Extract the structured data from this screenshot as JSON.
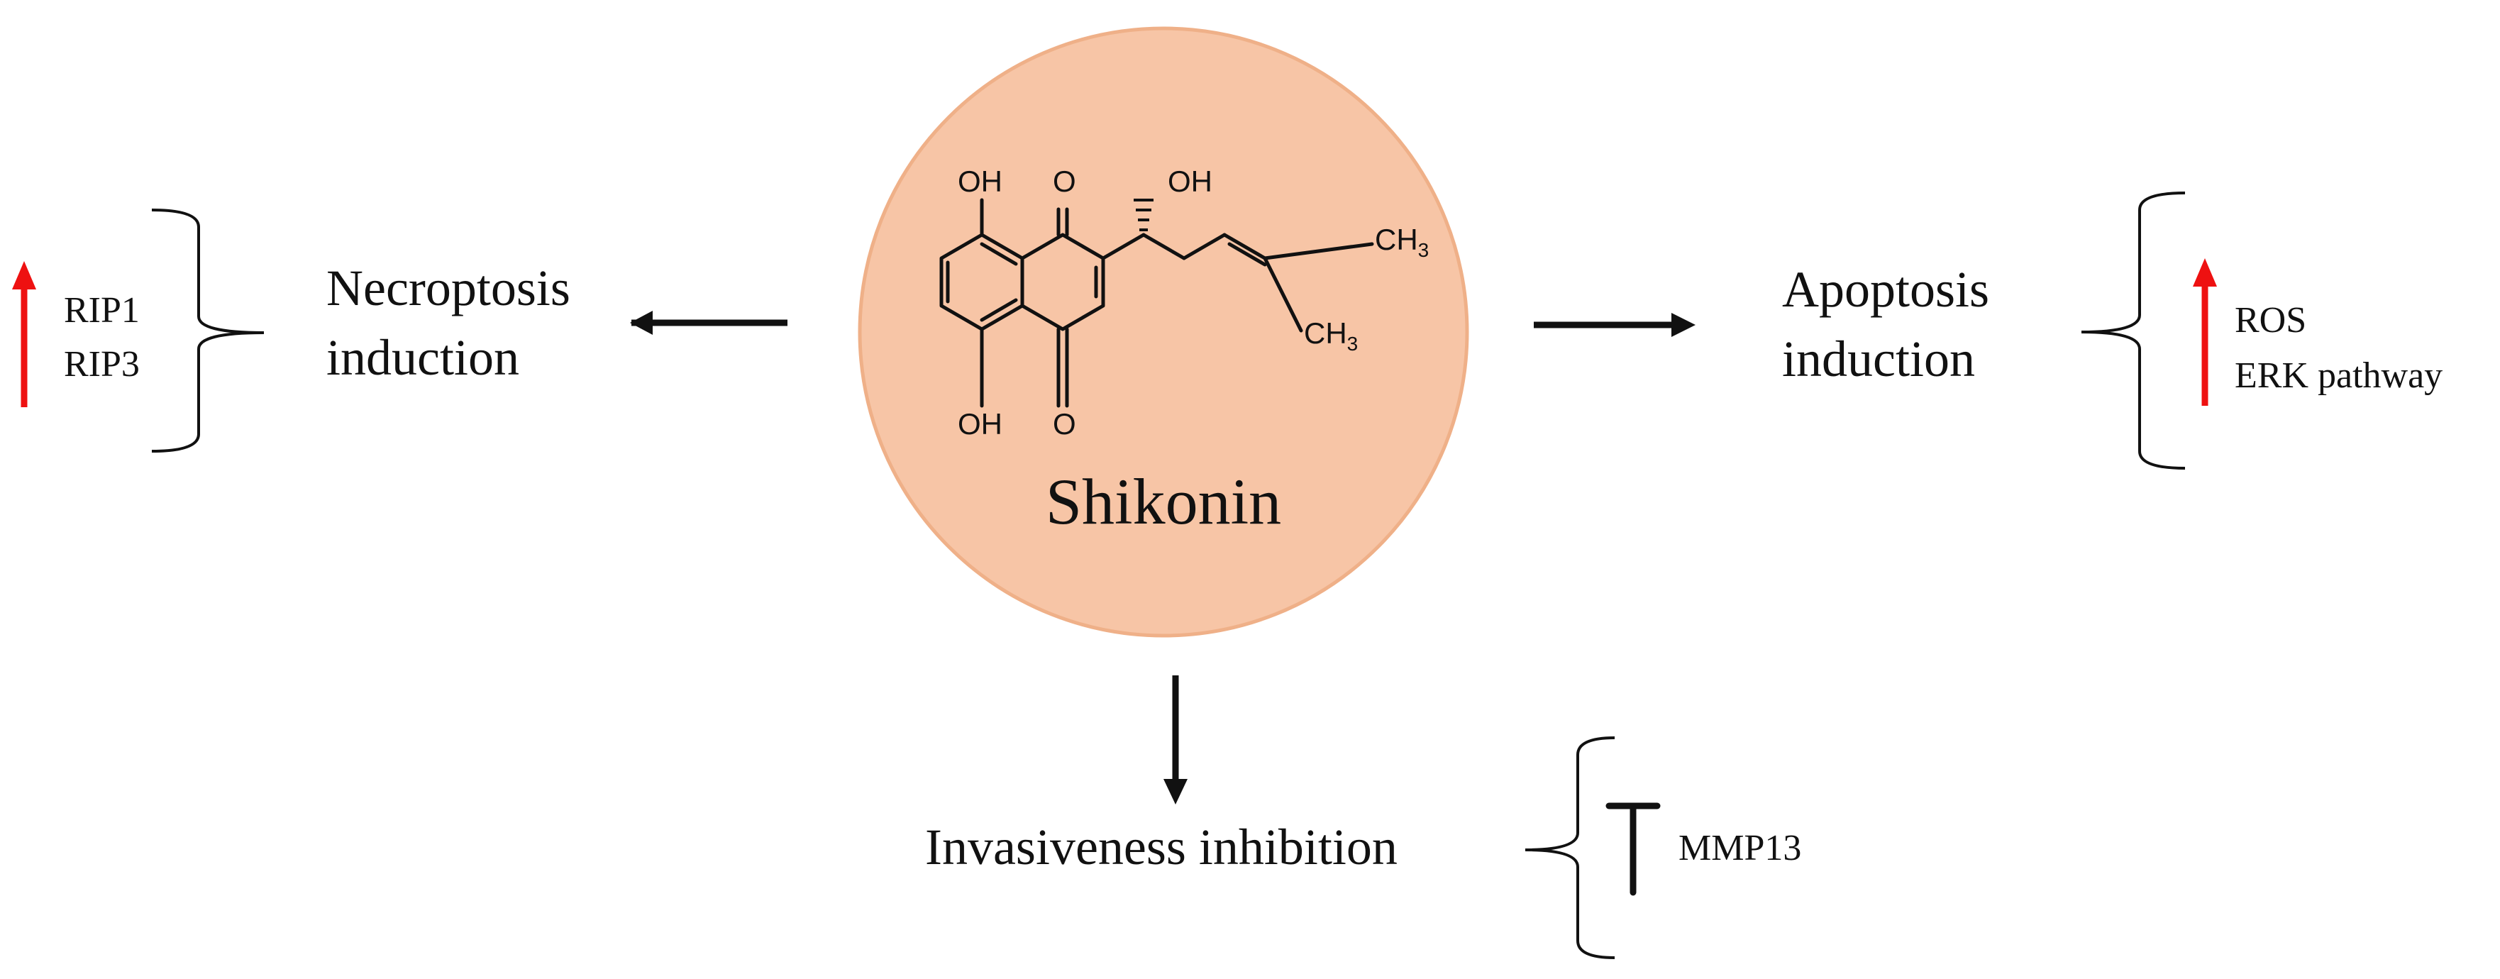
{
  "center": {
    "name": "Shikonin",
    "structure_labels": {
      "oh_top": "OH",
      "o_top": "O",
      "oh_side": "OH",
      "ch3_top": "CH",
      "ch3_top_sub": "3",
      "ch3_bottom": "CH",
      "ch3_bottom_sub": "3",
      "oh_bottom": "OH",
      "o_bottom": "O"
    }
  },
  "necroptosis": {
    "line1": "Necroptosis",
    "line2": "induction",
    "markers": [
      "RIP1",
      "RIP3"
    ],
    "direction": "up"
  },
  "apoptosis": {
    "line1": "Apoptosis",
    "line2": "induction",
    "markers": [
      "ROS",
      "ERK pathway"
    ],
    "direction": "up"
  },
  "invasiveness": {
    "label": "Invasiveness inhibition",
    "markers": [
      "MMP13"
    ],
    "direction": "inhibit"
  },
  "colors": {
    "circle_fill": "#f7c5a6",
    "circle_stroke": "#efb088",
    "up_arrow": "#ee1111",
    "line": "#111111"
  }
}
